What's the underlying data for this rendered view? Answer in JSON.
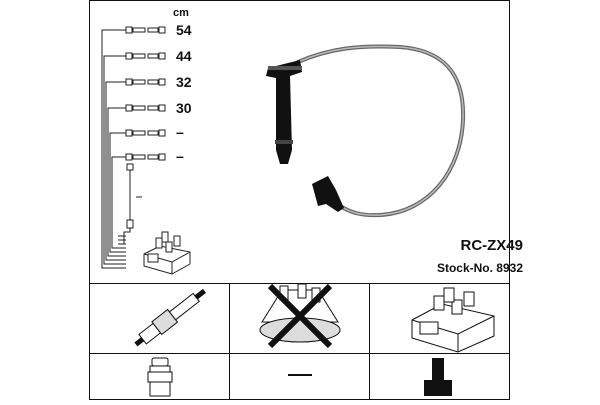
{
  "unit_label": "cm",
  "lengths": [
    "54",
    "44",
    "32",
    "30",
    "–",
    "–"
  ],
  "model": "RC-ZX49",
  "stock": "Stock-No. 8932"
}
